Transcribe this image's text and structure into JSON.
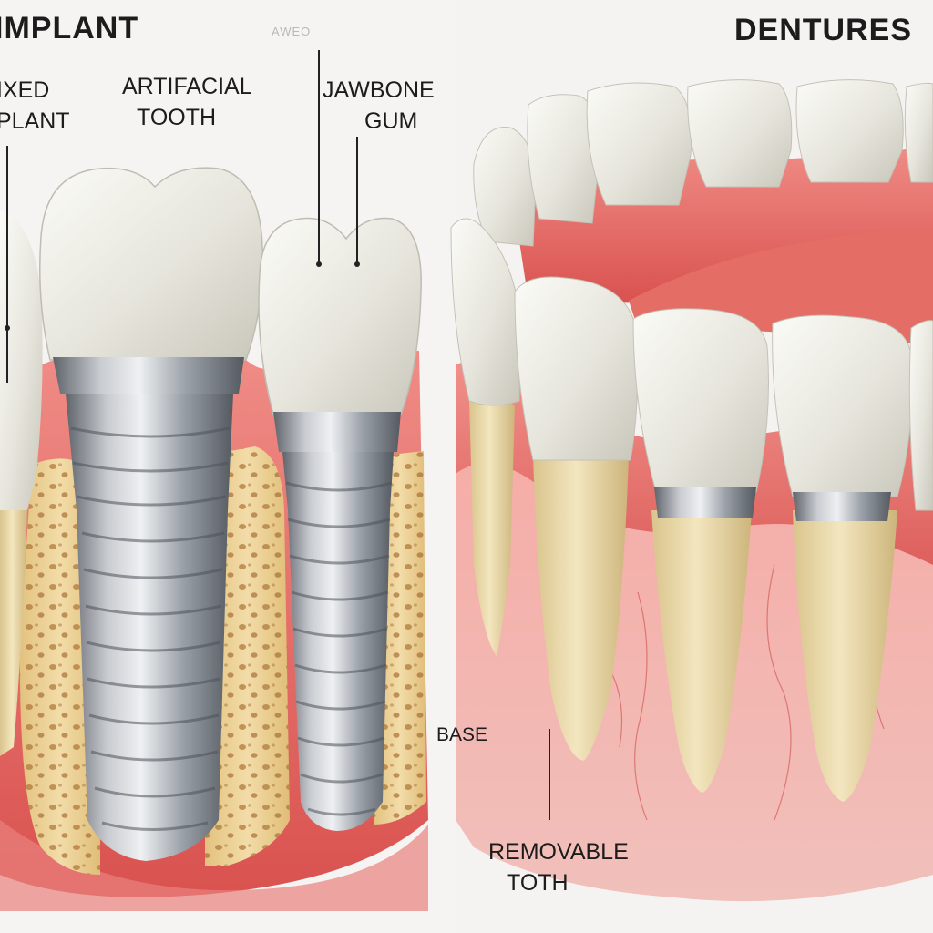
{
  "titles": {
    "left": "IMPLANT",
    "right": "DENTURES"
  },
  "labels": {
    "fixed_implant": [
      "IXED",
      "PLANT"
    ],
    "artificial_tooth": [
      "ARTIFACIAL",
      "TOOTH"
    ],
    "faint_text": "AWEO",
    "jawbone_gum": [
      "JAWBONE",
      "GUM"
    ],
    "base": "BASE",
    "removable_tooth": [
      "REMOVABLE",
      "TOTH"
    ]
  },
  "colors": {
    "background": "#f4f2f1",
    "gum": "#e0605d",
    "bone": "#e9cf93",
    "metal": "#9ea3aa",
    "tooth": "#ecebe4",
    "root": "#ead8a6"
  }
}
